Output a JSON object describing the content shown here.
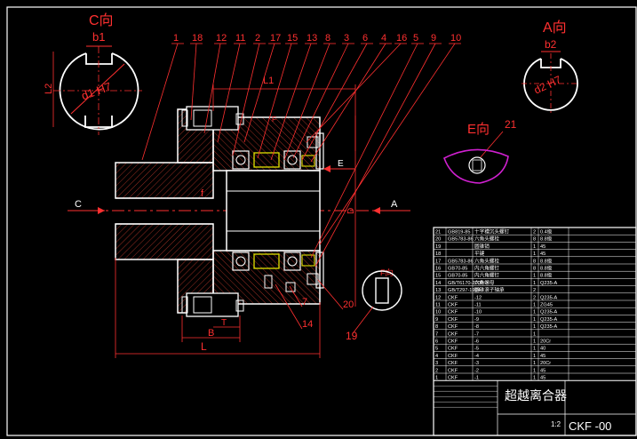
{
  "views": {
    "c_view": {
      "title": "C向",
      "b": "b1",
      "L": "L2",
      "d": "d1 H7"
    },
    "a_view": {
      "title": "A向",
      "b": "b2",
      "d": "d2 H7"
    },
    "e_view": {
      "title": "E向",
      "callout": "21"
    },
    "f_view": {
      "title": "F向",
      "callout": "19"
    }
  },
  "top_callouts": [
    "1",
    "18",
    "12",
    "11",
    "2",
    "17",
    "15",
    "13",
    "8",
    "3",
    "6",
    "4",
    "16",
    "5",
    "9",
    "10"
  ],
  "lower_callouts": [
    "7",
    "20",
    "14",
    "19"
  ],
  "dimensions": {
    "L1": "L1",
    "B": "B",
    "T": "T",
    "L": "L",
    "D": "D",
    "f": "f",
    "F": "F"
  },
  "arrows": {
    "left": "C",
    "right": "A",
    "e_dir": "E"
  },
  "bom": {
    "rows": [
      {
        "no": "21",
        "code": "GB819-85",
        "name": "十字槽沉头螺钉",
        "qty": "2",
        "mat": "0.4级"
      },
      {
        "no": "20",
        "code": "GB5783-86",
        "name": "六角头螺栓",
        "qty": "8",
        "mat": "8.8级"
      },
      {
        "no": "19",
        "code": "",
        "name": "圆锥销",
        "qty": "1",
        "mat": "45"
      },
      {
        "no": "18",
        "code": "",
        "name": "平键",
        "qty": "1",
        "mat": "45"
      },
      {
        "no": "17",
        "code": "GB5783-86",
        "name": "六角头螺栓",
        "qty": "8",
        "mat": "8.8级"
      },
      {
        "no": "16",
        "code": "GB70-85",
        "name": "内六角螺钉",
        "qty": "8",
        "mat": "8.8级"
      },
      {
        "no": "15",
        "code": "GB70-85",
        "name": "内六角螺钉",
        "qty": "1",
        "mat": "8.8级"
      },
      {
        "no": "14",
        "code": "GB/T6170-2000",
        "name": "六角螺母",
        "qty": "1",
        "mat": "Q235-A"
      },
      {
        "no": "13",
        "code": "GB/T297-1994",
        "name": "圆锥滚子轴承",
        "qty": "2",
        "mat": ""
      },
      {
        "no": "12",
        "code": "CKF",
        "name": "-12",
        "qty": "2",
        "mat": "Q235-A"
      },
      {
        "no": "11",
        "code": "CKF",
        "name": "-11",
        "qty": "1",
        "mat": "ZG45"
      },
      {
        "no": "10",
        "code": "CKF",
        "name": "-10",
        "qty": "1",
        "mat": "Q235-A"
      },
      {
        "no": "9",
        "code": "CKF",
        "name": "-9",
        "qty": "1",
        "mat": "Q235-A"
      },
      {
        "no": "8",
        "code": "CKF",
        "name": "-8",
        "qty": "1",
        "mat": "Q235-A"
      },
      {
        "no": "7",
        "code": "CKF",
        "name": "-7",
        "qty": "1",
        "mat": ""
      },
      {
        "no": "6",
        "code": "CKF",
        "name": "-6",
        "qty": "1",
        "mat": "20Cr"
      },
      {
        "no": "5",
        "code": "CKF",
        "name": "-5",
        "qty": "1",
        "mat": "40"
      },
      {
        "no": "4",
        "code": "CKF",
        "name": "-4",
        "qty": "1",
        "mat": "45"
      },
      {
        "no": "3",
        "code": "CKF",
        "name": "-3",
        "qty": "1",
        "mat": "20Cr"
      },
      {
        "no": "2",
        "code": "CKF",
        "name": "-2",
        "qty": "1",
        "mat": "45"
      },
      {
        "no": "1",
        "code": "CKF",
        "name": "-1",
        "qty": "1",
        "mat": "45"
      }
    ],
    "title_block": {
      "name": "超越离合器",
      "drawing_no": "CKF    -00",
      "scale": "1:2"
    }
  }
}
